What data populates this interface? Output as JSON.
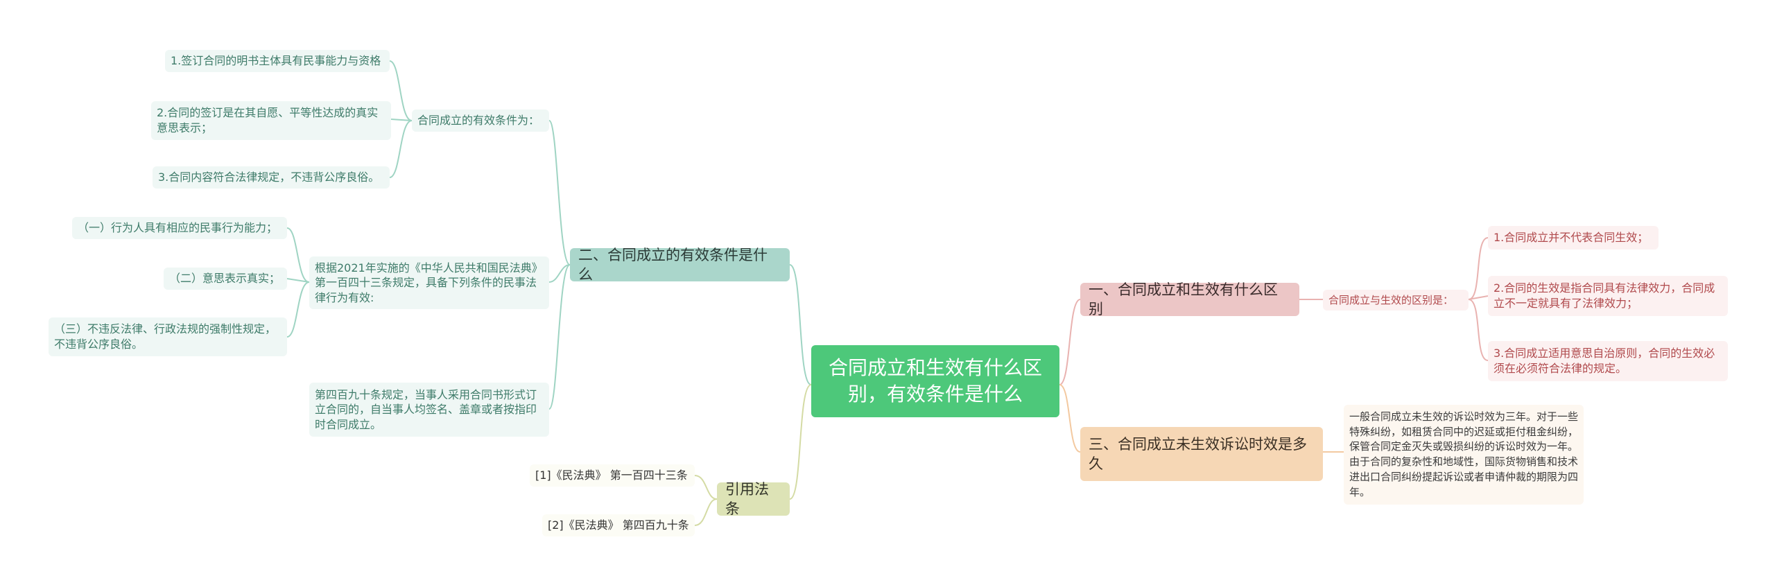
{
  "root": {
    "title": "合同成立和生效有什么区别，有效条件是什么"
  },
  "branches": {
    "right1": {
      "title": "一、合同成立和生效有什么区别",
      "sub": "合同成立与生效的区别是：",
      "items": [
        "1.合同成立并不代表合同生效；",
        "2.合同的生效是指合同具有法律效力，合同成立不一定就具有了法律效力；",
        "3.合同成立适用意思自治原则，合同的生效必须在必须符合法律的规定。"
      ]
    },
    "right2": {
      "title": "三、合同成立未生效诉讼时效是多久",
      "detail": "一般合同成立未生效的诉讼时效为三年。对于一些特殊纠纷，如租赁合同中的迟延或拒付租金纠纷，保管合同定金灭失或毁损纠纷的诉讼时效为一年。由于合同的复杂性和地域性，国际货物销售和技术进出口合同纠纷提起诉讼或者申请仲裁的期限为四年。"
    },
    "left1": {
      "title": "二、合同成立的有效条件是什么",
      "group1": {
        "label": "合同成立的有效条件为：",
        "items": [
          "1.签订合同的明书主体具有民事能力与资格",
          "2.合同的签订是在其自愿、平等性达成的真实意思表示；",
          "3.合同内容符合法律规定，不违背公序良俗。"
        ]
      },
      "group2": {
        "label": "根据2021年实施的《中华人民共和国民法典》第一百四十三条规定，具备下列条件的民事法律行为有效:",
        "items": [
          "（一）行为人具有相应的民事行为能力；",
          "（二）意思表示真实；",
          "（三）不违反法律、行政法规的强制性规定，不违背公序良俗。"
        ]
      },
      "group3": {
        "label": "第四百九十条规定，当事人采用合同书形式订立合同的，自当事人均签名、盖章或者按指印时合同成立。"
      }
    },
    "left2": {
      "title": "引用法条",
      "refs": [
        "[1]《民法典》 第一百四十三条",
        "[2]《民法典》 第四百九十条"
      ]
    }
  },
  "colors": {
    "root": "#4dc87a",
    "teal_branch": "#aad6cb",
    "pink_branch": "#ecc6c6",
    "orange_branch": "#f6d7b5",
    "olive_branch": "#dde3b6",
    "teal_text": "#3e7b69",
    "pink_text": "#b0494c"
  }
}
